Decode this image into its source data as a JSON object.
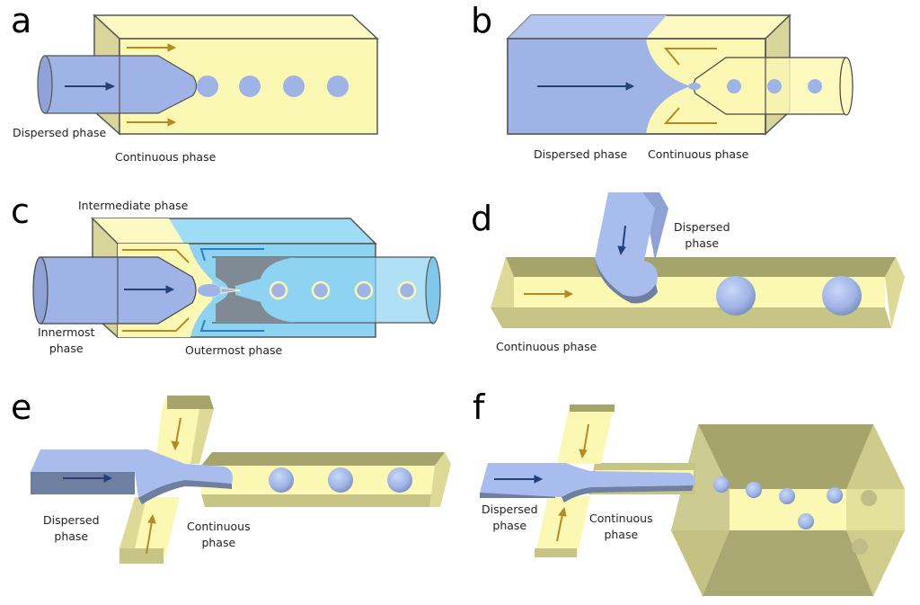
{
  "figure": {
    "panels": [
      {
        "letter": "a",
        "labels": [
          "Dispersed phase",
          "Continuous phase"
        ]
      },
      {
        "letter": "b",
        "labels": [
          "Dispersed phase",
          "Continuous phase"
        ]
      },
      {
        "letter": "c",
        "labels": [
          "Intermediate phase",
          "Innermost",
          "phase",
          "Outermost phase"
        ]
      },
      {
        "letter": "d",
        "labels": [
          "Dispersed",
          "phase",
          "Continuous phase"
        ]
      },
      {
        "letter": "e",
        "labels": [
          "Dispersed",
          "phase",
          "Continuous",
          "phase"
        ]
      },
      {
        "letter": "f",
        "labels": [
          "Dispersed",
          "phase",
          "Continuous",
          "phase"
        ]
      }
    ]
  },
  "colors": {
    "dispersed": "#9fb3e6",
    "continuous": "#fbf8b4",
    "continuous_dark": "#a9a772",
    "outer": "#8fd3f2",
    "flow_arrow_dark": "#23407a",
    "flow_arrow_gold": "#b58a22",
    "outline": "#555555"
  }
}
